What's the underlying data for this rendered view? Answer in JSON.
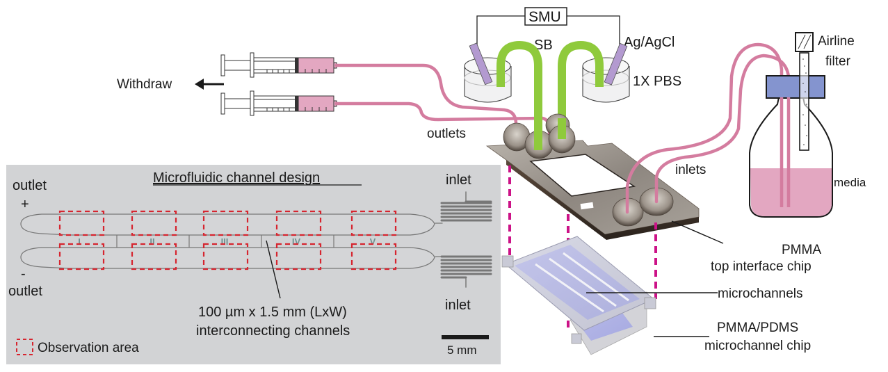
{
  "colors": {
    "tubing_pink": "#d47c9f",
    "media_pink": "#e3a7c1",
    "salt_bridge_green": "#8fca3c",
    "electrode_purple": "#b39ad0",
    "cap_blue": "#8494cf",
    "observation_red": "#d6252f",
    "projection_magenta": "#cc1287",
    "panel_gray": "#d2d3d5",
    "channel_numeral": "#6f9291"
  },
  "setup": {
    "withdraw_label": "Withdraw",
    "smu_label": "SMU",
    "salt_bridge_label": "SB",
    "electrode_label": "Ag/AgCl",
    "buffer_label": "1X PBS",
    "outlets_label": "outlets",
    "inlets_label": "inlets",
    "airline_filter_label_line1": "Airline",
    "airline_filter_label_line2": "filter",
    "media_label": "media",
    "top_chip_label_line1": "PMMA",
    "top_chip_label_line2": "top interface chip",
    "microchannels_label": "microchannels",
    "bottom_chip_label_line1": "PMMA/PDMS",
    "bottom_chip_label_line2": "microchannel chip"
  },
  "design_panel": {
    "title": "Microfluidic channel design",
    "outlet_top_label": "outlet",
    "outlet_top_sign": "+",
    "outlet_bottom_sign": "-",
    "outlet_bottom_label": "outlet",
    "inlet_top_label": "inlet",
    "inlet_bottom_label": "inlet",
    "channel_numerals": [
      "I",
      "II",
      "III",
      "IV",
      "V"
    ],
    "annotation_line1": "100 µm x 1.5 mm (LxW)",
    "annotation_line2": "interconnecting channels",
    "legend_label": "Observation area",
    "scale_bar_label": "5 mm"
  }
}
